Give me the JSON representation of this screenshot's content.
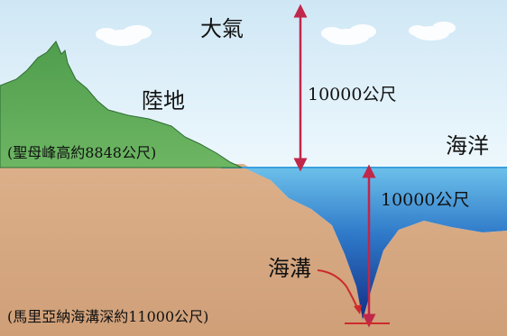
{
  "labels": {
    "atmosphere": "大氣",
    "land": "陸地",
    "everest": "(聖母峰高約8848公尺)",
    "ocean": "海洋",
    "height": "10000公尺",
    "depth": "10000公尺",
    "trench": "海溝",
    "mariana": "(馬里亞納海溝深約11000公尺)"
  },
  "colors": {
    "sky": "#d8ecf7",
    "land": "#5fa957",
    "earth": "#d9ad86",
    "sea_surface": "#58b3e2",
    "sea_deep": "#1c3f9a",
    "arrow": "#c0274a",
    "trench_marker": "#cc2a2a",
    "sea_line": "#3aa0dc"
  },
  "icons": [
    "cloud-icon",
    "double-headed-arrow-icon"
  ]
}
